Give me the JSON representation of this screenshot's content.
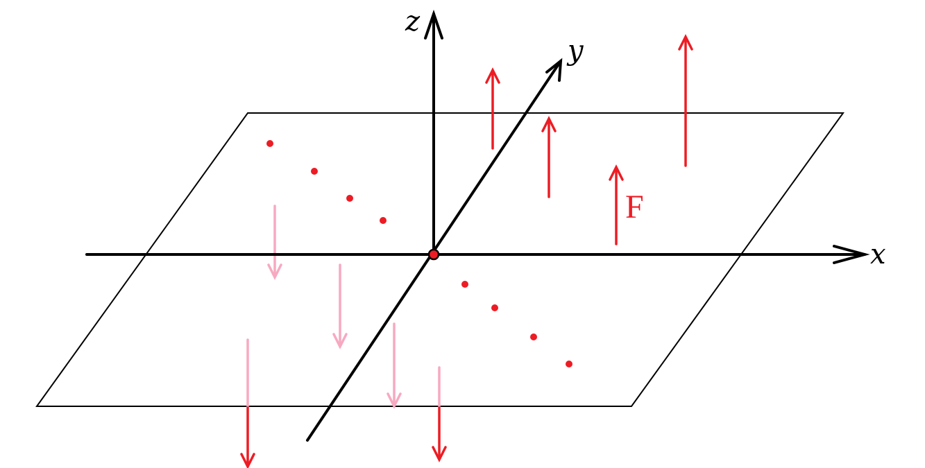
{
  "labels": {
    "x": "x",
    "y": "y",
    "z": "z",
    "force": "F"
  },
  "colors": {
    "axis": "#000000",
    "force_up": "#ED1C24",
    "force_down_hidden": "#F7A9C1",
    "point": "#ED1C24"
  }
}
